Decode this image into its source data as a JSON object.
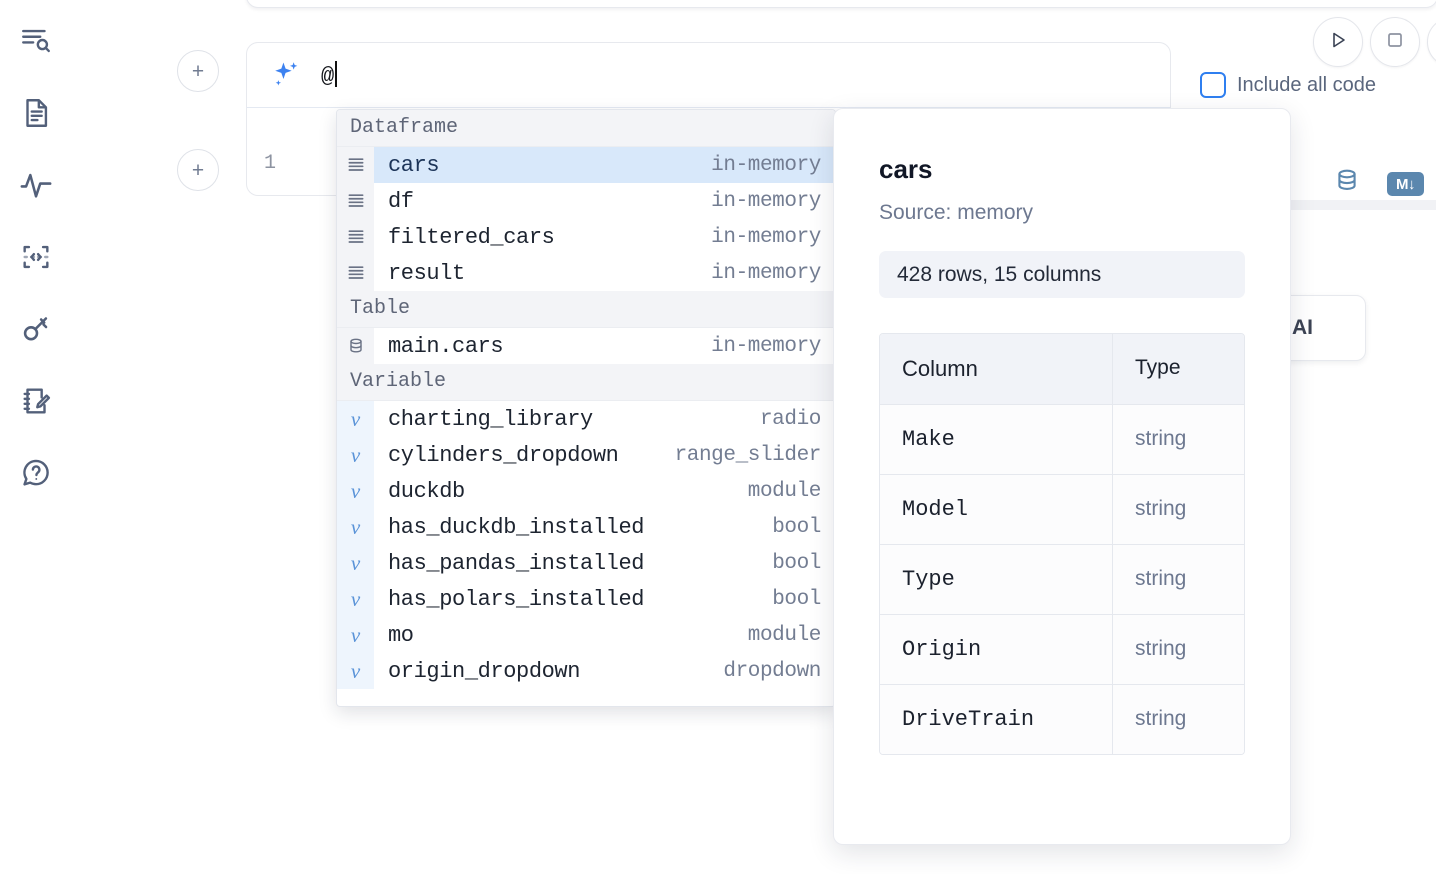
{
  "sidebar": {
    "items": [
      {
        "name": "outline-search-icon",
        "label": "Outline"
      },
      {
        "name": "document-icon",
        "label": "Notebook"
      },
      {
        "name": "activity-icon",
        "label": "Activity"
      },
      {
        "name": "code-snippet-icon",
        "label": "Snippets"
      },
      {
        "name": "key-icon",
        "label": "Secrets"
      },
      {
        "name": "scratchpad-icon",
        "label": "Scratchpad"
      },
      {
        "name": "help-icon",
        "label": "Help"
      }
    ]
  },
  "toolbar": {
    "add_cell_label": "+",
    "run_label": "Run",
    "stop_label": "Stop",
    "include_all_code_label": "Include all code",
    "accent_color": "#2f7ff0"
  },
  "cell": {
    "line_number": "1",
    "db_chip_label": "database-icon",
    "markdown_chip_label": "M",
    "ai_card_label": "AI"
  },
  "prompt": {
    "value": "@",
    "icon": "sparkles-icon"
  },
  "autocomplete": {
    "groups": [
      {
        "label": "Dataframe",
        "icon": "dataframe-icon",
        "items": [
          {
            "name": "cars",
            "type": "in-memory",
            "selected": true
          },
          {
            "name": "df",
            "type": "in-memory",
            "selected": false
          },
          {
            "name": "filtered_cars",
            "type": "in-memory",
            "selected": false
          },
          {
            "name": "result",
            "type": "in-memory",
            "selected": false
          }
        ]
      },
      {
        "label": "Table",
        "icon": "table-icon",
        "items": [
          {
            "name": "main.cars",
            "type": "in-memory",
            "selected": false
          }
        ]
      },
      {
        "label": "Variable",
        "icon": "variable-icon",
        "items": [
          {
            "name": "charting_library",
            "type": "radio",
            "selected": false
          },
          {
            "name": "cylinders_dropdown",
            "type": "range_slider",
            "selected": false
          },
          {
            "name": "duckdb",
            "type": "module",
            "selected": false
          },
          {
            "name": "has_duckdb_installed",
            "type": "bool",
            "selected": false
          },
          {
            "name": "has_pandas_installed",
            "type": "bool",
            "selected": false
          },
          {
            "name": "has_polars_installed",
            "type": "bool",
            "selected": false
          },
          {
            "name": "mo",
            "type": "module",
            "selected": false
          },
          {
            "name": "origin_dropdown",
            "type": "dropdown",
            "selected": false
          }
        ]
      }
    ]
  },
  "docs": {
    "title": "cars",
    "source": "Source: memory",
    "shape": "428 rows, 15 columns",
    "table": {
      "headers": [
        "Column",
        "Type"
      ],
      "rows": [
        [
          "Make",
          "string"
        ],
        [
          "Model",
          "string"
        ],
        [
          "Type",
          "string"
        ],
        [
          "Origin",
          "string"
        ],
        [
          "DriveTrain",
          "string"
        ]
      ]
    }
  }
}
